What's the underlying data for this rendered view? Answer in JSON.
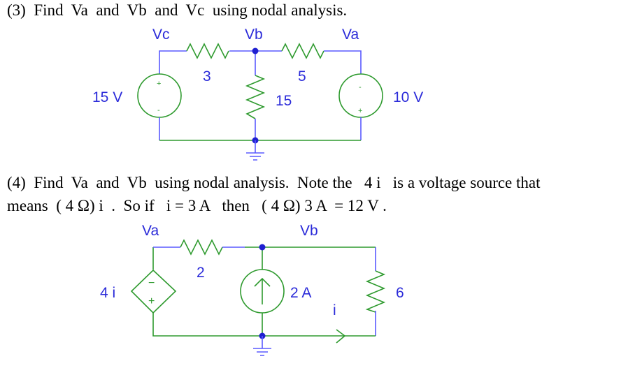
{
  "problem3": {
    "text": "(3)  Find  Va  and  Vb  and  Vc  using nodal analysis.",
    "circuit": {
      "node_labels": [
        "Vc",
        "Vb",
        "Va"
      ],
      "r1": "3",
      "r2": "5",
      "r3": "15",
      "source_left": "15 V",
      "source_right": "10 V",
      "plus": "+",
      "minus": "-"
    }
  },
  "problem4": {
    "line1": "(4)  Find  Va  and  Vb  using nodal analysis.  Note the   4 i   is a voltage source that",
    "line2": "means  ( 4 Ω) i  .  So if   i = 3 A   then   ( 4 Ω) 3 A  = 12 V .",
    "circuit": {
      "node_labels": [
        "Va",
        "Vb"
      ],
      "r1": "2",
      "r2": "6",
      "dep_source": "4 i",
      "current_source": "2 A",
      "current_label": "i",
      "plus": "+",
      "minus": "−"
    }
  }
}
